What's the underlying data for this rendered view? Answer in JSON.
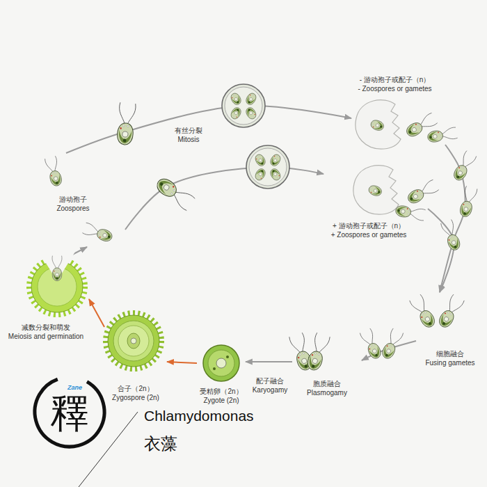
{
  "diagram": {
    "nodes": [
      {
        "text": [
          "游动孢子",
          "Zoospores"
        ]
      },
      {
        "text": [
          "- 游动孢子或配子（n）",
          "- Zoospores or gametes"
        ]
      },
      {
        "text": [
          "+ 游动孢子或配子（n）",
          "+ Zoospores or gametes"
        ]
      },
      {
        "text": [
          "细胞融合",
          "Fusing gametes"
        ]
      },
      {
        "text": [
          "胞质融合",
          "Plasmogamy"
        ]
      },
      {
        "text": [
          "受精卵（2n）",
          "Zygote (2n)"
        ]
      },
      {
        "text": [
          "合子（2n）",
          "Zygospore (2n)"
        ]
      },
      {
        "text": [
          "减数分裂和萌发",
          "Meiosis and germination"
        ]
      }
    ],
    "edges": [
      {
        "from": 0,
        "to": 1,
        "label": "有丝分裂 Mitosis",
        "arrow": "to"
      },
      {
        "from": 0,
        "to": 2,
        "arrow": "to"
      },
      {
        "from": 1,
        "to": 3,
        "arrow": "to"
      },
      {
        "from": 2,
        "to": 3,
        "arrow": "to"
      },
      {
        "from": 3,
        "to": 4,
        "arrow": "to"
      },
      {
        "from": 4,
        "to": 5,
        "label": "配子融合 Karyogamy",
        "arrow": "to"
      },
      {
        "from": 5,
        "to": 6,
        "arrow": "to"
      },
      {
        "from": 6,
        "to": 7,
        "arrow": "to"
      },
      {
        "from": 7,
        "to": 0,
        "arrow": "to"
      }
    ],
    "labels": [
      "Zane",
      "釋",
      "Chlamydomonas",
      "衣藻"
    ]
  }
}
